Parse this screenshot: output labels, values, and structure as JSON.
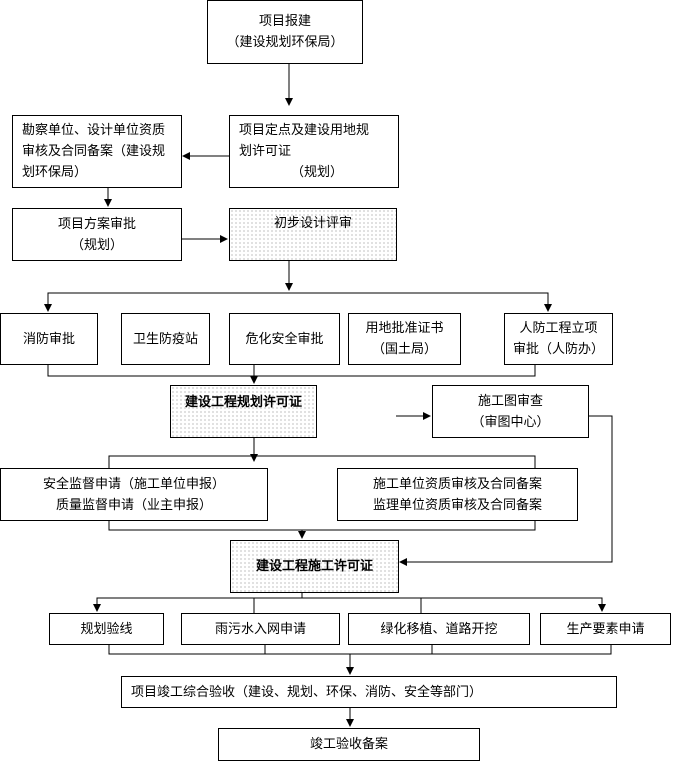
{
  "title": "项目建设审批流程图",
  "nodes": {
    "project_report": [
      "项目报建",
      "（建设规划环保局）"
    ],
    "site_permit": [
      "项目定点及建设用地规",
      "划许可证",
      "（规划）"
    ],
    "survey_design_qualification": [
      "勘察单位、设计单位资质",
      "审核及合同备案（建设规",
      "划环保局）"
    ],
    "scheme_approval": [
      "项目方案审批",
      "（规划）"
    ],
    "preliminary_design_review": [
      "初步设计评审"
    ],
    "fire_approval": [
      "消防审批"
    ],
    "health_epidemic_station": [
      "卫生防疫站"
    ],
    "hazardous_safety_approval": [
      "危化安全审批"
    ],
    "land_use_certificate": [
      "用地批准证书",
      "（国土局）"
    ],
    "civil_defense_approval": [
      "人防工程立项",
      "审批（人防办）"
    ],
    "planning_permit": [
      "建设工程规划许可证"
    ],
    "construction_drawing_review": [
      "施工图审查",
      "（审图中心）"
    ],
    "supervision_application": [
      "安全监督申请（施工单位申报）",
      "质量监督申请（业主申报）"
    ],
    "contractor_qualification": [
      "施工单位资质审核及合同备案",
      "监理单位资质审核及合同备案"
    ],
    "construction_permit": [
      "建设工程施工许可证"
    ],
    "planning_line_check": [
      "规划验线"
    ],
    "stormwater_sewer_application": [
      "雨污水入网申请"
    ],
    "greening_road_excavation": [
      "绿化移植、道路开挖"
    ],
    "production_factor_application": [
      "生产要素申请"
    ],
    "completion_acceptance": [
      "项目竣工综合验收（建设、规划、环保、消防、安全等部门）"
    ],
    "completion_filing": [
      "竣工验收备案"
    ]
  }
}
